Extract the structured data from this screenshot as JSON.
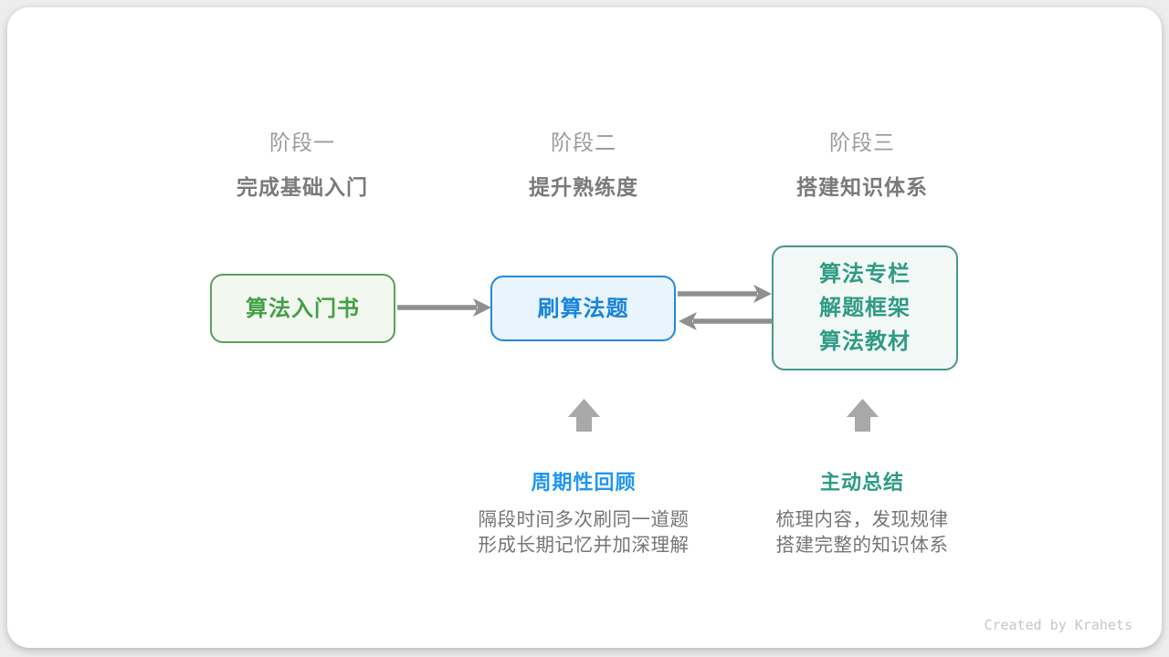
{
  "stages": [
    {
      "label": "阶段一",
      "subtitle": "完成基础入门"
    },
    {
      "label": "阶段二",
      "subtitle": "提升熟练度"
    },
    {
      "label": "阶段三",
      "subtitle": "搭建知识体系"
    }
  ],
  "boxes": [
    {
      "name": "algorithm-intro-book",
      "lines": [
        "算法入门书"
      ]
    },
    {
      "name": "practice-problems",
      "lines": [
        "刷算法题"
      ]
    },
    {
      "name": "knowledge-resources",
      "lines": [
        "算法专栏",
        "解题框架",
        "算法教材"
      ]
    }
  ],
  "annotations": [
    {
      "title": "周期性回顾",
      "desc_lines": [
        "隔段时间多次刷同一道题",
        "形成长期记忆并加深理解"
      ]
    },
    {
      "title": "主动总结",
      "desc_lines": [
        "梳理内容，发现规律",
        "搭建完整的知识体系"
      ]
    }
  ],
  "credit": {
    "text": "Created by Krahets"
  },
  "colors": {
    "stage_label": "#9b9b9b",
    "stage_subtitle": "#7a7a7a",
    "box_green_border": "#5c9e5c",
    "box_green_bg": "#f2f8ef",
    "box_green_text": "#43a047",
    "box_blue_border": "#2389e0",
    "box_blue_bg": "#eaf4fc",
    "box_blue_text": "#1884dc",
    "box_teal_border": "#44998a",
    "box_teal_bg": "#f2f8f6",
    "box_teal_text": "#2f9b84",
    "connector_arrow": "#8f8f8f",
    "block_arrow": "#a8a8a8",
    "annotation_blue": "#2196f3",
    "annotation_teal": "#2e9b84",
    "description_text": "#757575",
    "credit_text": "#c6c6c6",
    "card_bg": "#ffffff",
    "page_bg": "#ededed"
  }
}
